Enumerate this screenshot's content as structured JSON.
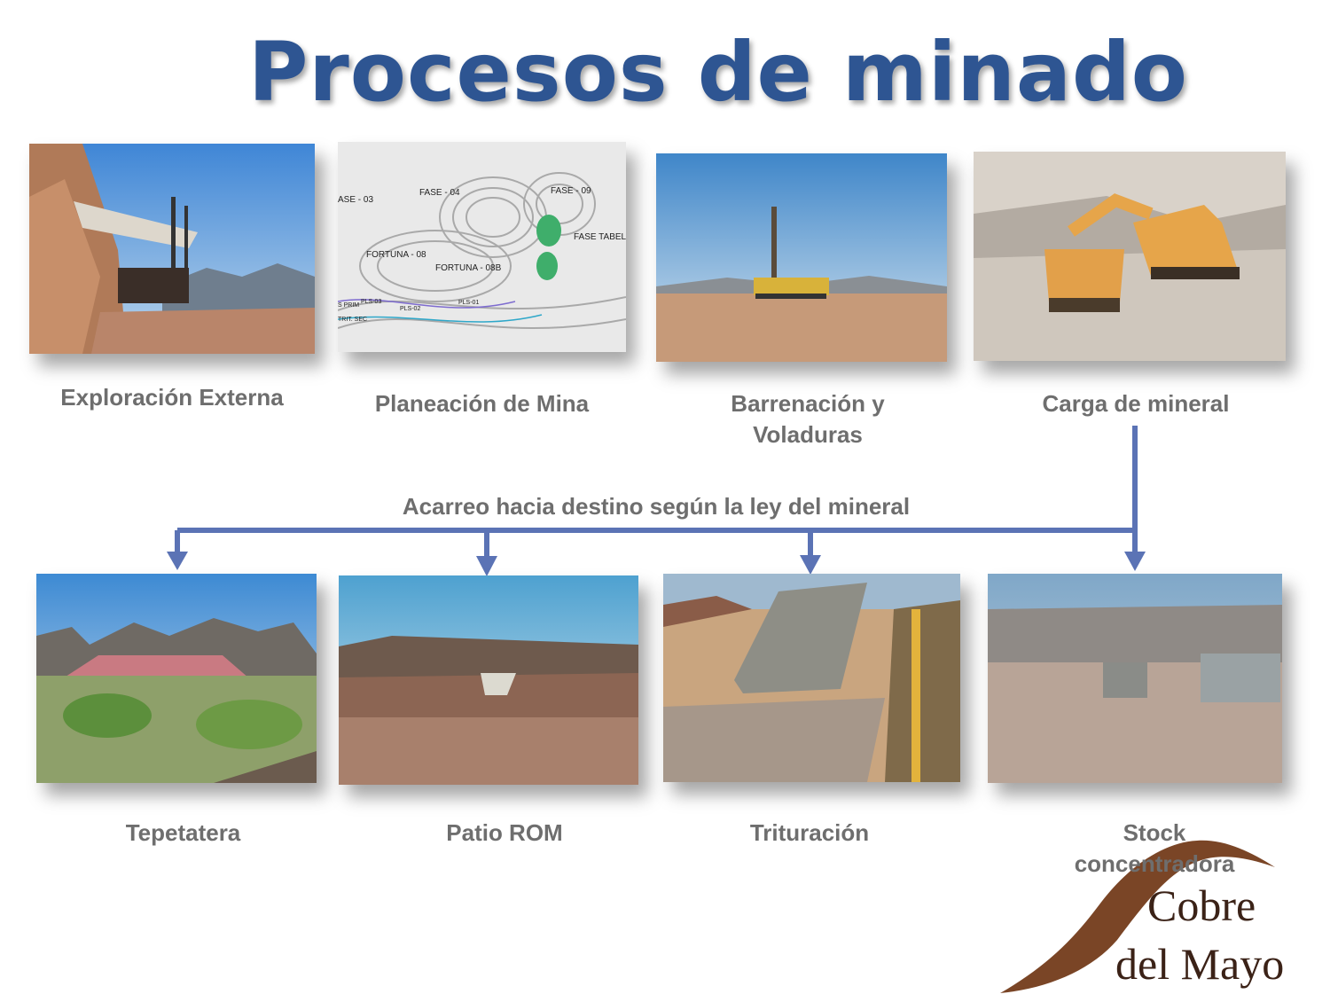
{
  "title": "Procesos de minado",
  "top_steps": [
    {
      "caption": "Exploración Externa"
    },
    {
      "caption": "Planeación de Mina"
    },
    {
      "caption_line1": "Barrenación y",
      "caption_line2": "Voladuras"
    },
    {
      "caption": "Carga de mineral"
    }
  ],
  "haul_label": "Acarreo hacia destino según la ley del mineral",
  "bottom_steps": [
    {
      "caption": "Tepetatera"
    },
    {
      "caption": "Patio ROM"
    },
    {
      "caption": "Trituración"
    },
    {
      "caption_line1": "Stock",
      "caption_line2": "concentradora"
    }
  ],
  "map_labels": {
    "fase04": "FASE - 04",
    "fase09": "FASE - 09",
    "ase03": "ASE - 03",
    "fase_tabelo": "FASE TABELO",
    "fortuna08": "FORTUNA - 08",
    "fortuna08b": "FORTUNA - 08B",
    "pls01": "PLS-01",
    "pls02": "PLS-02",
    "pls03": "PLS-03",
    "prim": "S PRIM",
    "trit_sec": "TRIT. SEC"
  },
  "logo": {
    "line1": "Cobre",
    "line2": "del Mayo"
  },
  "colors": {
    "title": "#2e5592",
    "arrow": "#5b73b5",
    "caption": "#6e6e6e",
    "logo_text": "#3b2217",
    "logo_swoosh": "#7a4526"
  }
}
